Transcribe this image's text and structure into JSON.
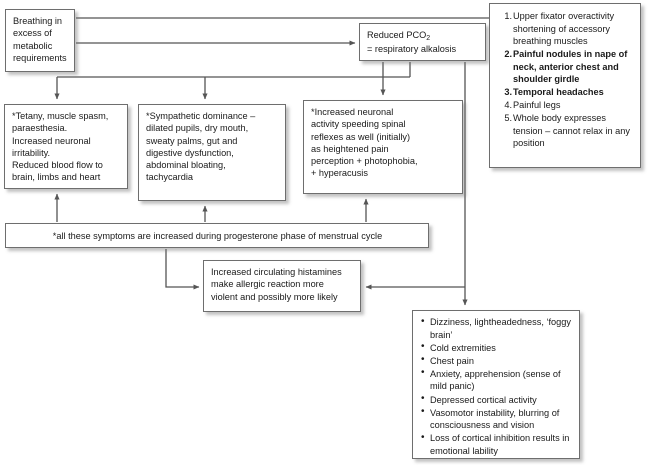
{
  "diagram": {
    "title": "Hyperventilation / breathing pattern disorder consequences flowchart",
    "colors": {
      "box_border": "#6e6e6e",
      "box_fill": "#ffffff",
      "connector": "#555555",
      "shadow": "rgba(120,120,120,0.45)",
      "text": "#1a1a1a"
    },
    "nodes": {
      "breathing": {
        "name": "breathing-in-excess-box",
        "lines": [
          "Breathing in",
          "excess of",
          "metabolic",
          "requirements"
        ]
      },
      "pco2": {
        "name": "reduced-pco2-box",
        "line1_pre": "Reduced PCO",
        "line1_sub": "2",
        "line2": "= respiratory alkalosis"
      },
      "numbered": {
        "name": "upper-fixator-list-box",
        "items": [
          {
            "num": "1.",
            "text": "Upper fixator overactivity shortening of accessory breathing muscles",
            "bold": false
          },
          {
            "num": "2.",
            "text": "Painful nodules in nape of  neck, anterior chest and shoulder girdle",
            "bold": true
          },
          {
            "num": "3.",
            "text": "Temporal headaches",
            "bold": true
          },
          {
            "num": "4.",
            "text": "Painful legs",
            "bold": false
          },
          {
            "num": "5.",
            "text": "Whole body expresses tension – cannot relax in any position",
            "bold": false
          }
        ]
      },
      "tetany": {
        "name": "tetany-box",
        "lines": [
          "*Tetany, muscle spasm,",
          "paraesthesia.",
          "Increased neuronal",
          "irritability.",
          "Reduced blood flow to",
          "brain, limbs and heart"
        ]
      },
      "sympathetic": {
        "name": "sympathetic-dominance-box",
        "lines": [
          "*Sympathetic dominance –",
          "dilated pupils, dry mouth,",
          "sweaty palms, gut and",
          "digestive dysfunction,",
          "abdominal bloating,",
          "tachycardia"
        ]
      },
      "neuronal": {
        "name": "increased-neuronal-activity-box",
        "lines": [
          "*Increased neuronal",
          "activity speeding spinal",
          "reflexes as well (initially)",
          "as heightened pain",
          "perception + photophobia,",
          "+ hyperacusis"
        ]
      },
      "band": {
        "name": "progesterone-note-band",
        "text": "*all these symptoms are increased during progesterone phase of menstrual cycle"
      },
      "histamine": {
        "name": "increased-histamines-box",
        "lines": [
          "Increased circulating histamines",
          "make allergic reaction more",
          "violent and possibly more likely"
        ]
      },
      "bullets": {
        "name": "cerebral-symptoms-box",
        "items": [
          "Dizziness, lightheadedness, ‘foggy brain’",
          "Cold extremities",
          "Chest pain",
          "Anxiety, apprehension (sense of  mild panic)",
          "Depressed cortical activity",
          "Vasomotor instability, blurring of consciousness and vision",
          "Loss of cortical inhibition results in emotional lability"
        ],
        "bullet_glyph": "•"
      }
    },
    "connectors": [
      {
        "name": "breathing-to-pco2-arrow",
        "from": "breathing",
        "to": "pco2",
        "style": "horizontal-arrow"
      },
      {
        "name": "breathing-top-rail-to-numbered-list",
        "from": "breathing",
        "to": "numbered",
        "style": "horizontal-line"
      },
      {
        "name": "rail-to-tetany-arrow",
        "from": "breathing",
        "to": "tetany",
        "style": "elbow-arrow-down"
      },
      {
        "name": "rail-to-sympathetic-arrow",
        "from": "breathing",
        "to": "sympathetic",
        "style": "elbow-arrow-down"
      },
      {
        "name": "pco2-to-neuronal-arrow",
        "from": "pco2",
        "to": "neuronal",
        "style": "arrow-down"
      },
      {
        "name": "band-to-tetany-arrow",
        "from": "band",
        "to": "tetany",
        "style": "arrow-up"
      },
      {
        "name": "band-to-sympathetic-arrow",
        "from": "band",
        "to": "sympathetic",
        "style": "arrow-up"
      },
      {
        "name": "band-to-neuronal-arrow",
        "from": "band",
        "to": "neuronal",
        "style": "arrow-up"
      },
      {
        "name": "band-to-histamine-arrow",
        "from": "band",
        "to": "histamine",
        "style": "elbow-arrow-right"
      },
      {
        "name": "pco2-to-histamine-arrow",
        "from": "pco2",
        "to": "histamine",
        "style": "elbow-arrow-left"
      },
      {
        "name": "pco2-to-bullets-arrow",
        "from": "pco2",
        "to": "bullets",
        "style": "arrow-down"
      }
    ]
  }
}
